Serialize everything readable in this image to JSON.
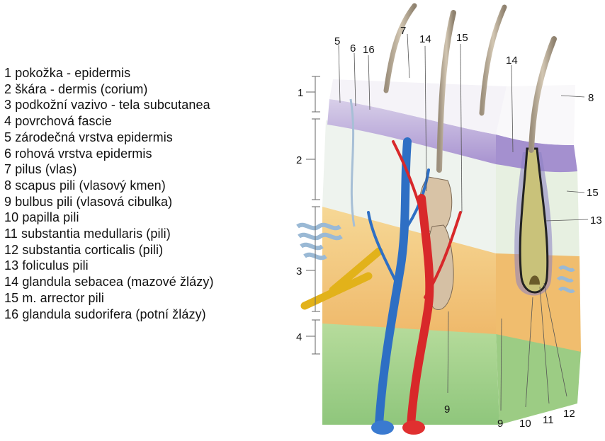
{
  "legend": [
    "1 pokožka - epidermis",
    "2 škára - dermis (corium)",
    "3 podkožní vazivo - tela subcutanea",
    "4 povrchová fascie",
    "5 zárodečná vrstva epidermis",
    "6 rohová  vrstva epidermis",
    "7 pilus (vlas)",
    "8 scapus  pili (vlasový kmen)",
    "9 bulbus pili (vlasová cibulka)",
    "10 papilla pili",
    "11 substantia medullaris (pili)",
    "12 substantia corticalis (pili)",
    "13 foliculus pili",
    "14 glandula sebacea (mazové žlázy)",
    "15 m. arrector pili",
    "16 glandula sudorifera (potní žlázy)"
  ],
  "callouts": {
    "c5": "5",
    "c6": "6",
    "c16": "16",
    "c7": "7",
    "c14a": "14",
    "c15a": "15",
    "c14b": "14",
    "c8": "8",
    "c1": "1",
    "c2": "2",
    "c3": "3",
    "c4": "4",
    "c15b": "15",
    "c13": "13",
    "c9a": "9",
    "c9b": "9",
    "c10": "10",
    "c11": "11",
    "c12": "12"
  },
  "colors": {
    "epidermis": "#b9a6d6",
    "dermis": "#eef3ee",
    "subcutis": "#f2c57a",
    "fascia": "#9fcf8a",
    "artery": "#d8282a",
    "vein": "#2e6fc4",
    "nerve": "#e2b21a",
    "hair": "#b9ab97",
    "sweat_gland": "#b9d2e6"
  }
}
